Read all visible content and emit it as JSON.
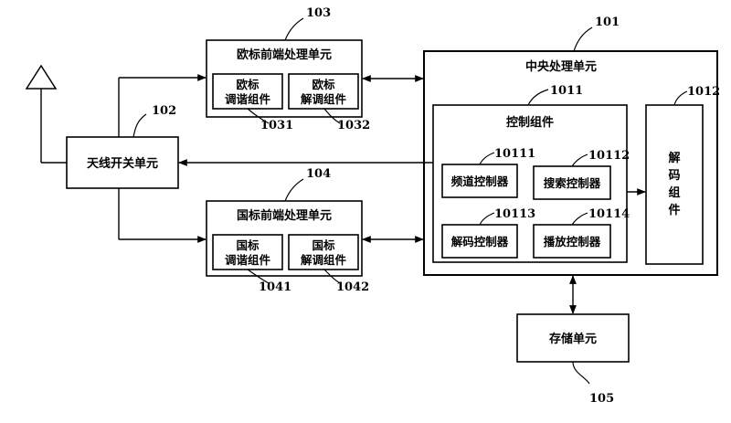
{
  "antenna_switch": {
    "label": "天线开关单元",
    "ref": "102"
  },
  "eu_frontend": {
    "label": "欧标前端处理单元",
    "ref": "103",
    "tuner": {
      "line1": "欧标",
      "line2": "调谐组件",
      "ref": "1031"
    },
    "demod": {
      "line1": "欧标",
      "line2": "解调组件",
      "ref": "1032"
    }
  },
  "cn_frontend": {
    "label": "国标前端处理单元",
    "ref": "104",
    "tuner": {
      "line1": "国标",
      "line2": "调谐组件",
      "ref": "1041"
    },
    "demod": {
      "line1": "国标",
      "line2": "解调组件",
      "ref": "1042"
    }
  },
  "cpu": {
    "label": "中央处理单元",
    "ref": "101",
    "control": {
      "label": "控制组件",
      "ref": "1011",
      "channel": {
        "label": "频道控制器",
        "ref": "10111"
      },
      "search": {
        "label": "搜索控制器",
        "ref": "10112"
      },
      "decode": {
        "label": "解码控制器",
        "ref": "10113"
      },
      "play": {
        "label": "播放控制器",
        "ref": "10114"
      }
    },
    "decoder": {
      "chars": [
        "解",
        "码",
        "组",
        "件"
      ],
      "ref": "1012"
    }
  },
  "storage": {
    "label": "存储单元",
    "ref": "105"
  }
}
